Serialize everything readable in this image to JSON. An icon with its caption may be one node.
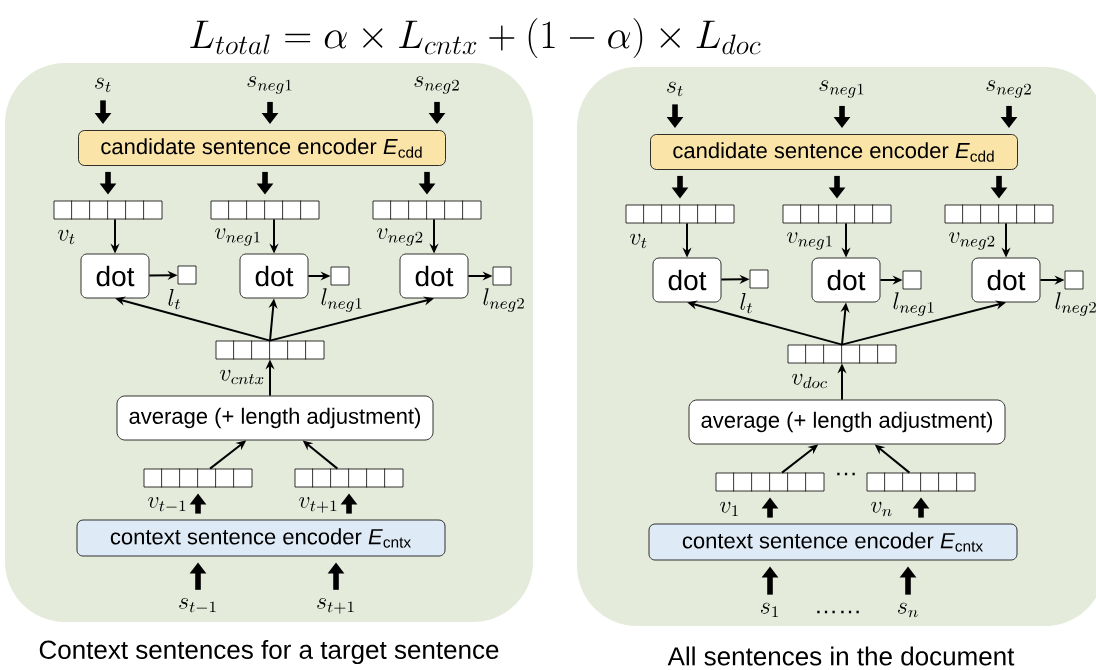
{
  "diagram": {
    "title": "L_{total} = \\alpha \\times L_{cntx} + (1-\\alpha) \\times L_{doc}",
    "nodes": [
      {
        "text": [
          "Context sentences for a target sentence"
        ]
      },
      {
        "text": [
          "s_{t}"
        ],
        "in": 0
      },
      {
        "text": [
          "s_{neg1}"
        ],
        "in": 0
      },
      {
        "text": [
          "s_{neg2}"
        ],
        "in": 0
      },
      {
        "text": [
          "candidate sentence encoder *E*$_{cdd}$"
        ],
        "in": 0
      },
      {
        "text": [],
        "shape": "bar",
        "beside": [
          "v_{t}"
        ],
        "in": 0
      },
      {
        "text": [],
        "shape": "bar",
        "beside": [
          "v_{neg1}"
        ],
        "in": 0
      },
      {
        "text": [],
        "shape": "bar",
        "beside": [
          "v_{neg2}"
        ],
        "in": 0
      },
      {
        "text": [
          "dot"
        ],
        "in": 0
      },
      {
        "text": [
          "dot"
        ],
        "in": 0
      },
      {
        "text": [
          "dot"
        ],
        "in": 0
      },
      {
        "text": [],
        "shape": "box",
        "beside": [
          "l_{t}"
        ],
        "in": 0
      },
      {
        "text": [],
        "shape": "box",
        "beside": [
          "l_{neg1}"
        ],
        "in": 0
      },
      {
        "text": [],
        "shape": "box",
        "beside": [
          "l_{neg2}"
        ],
        "in": 0
      },
      {
        "text": [],
        "shape": "bar",
        "beside": [
          "v_{cntx}"
        ],
        "in": 0
      },
      {
        "text": [
          "average (+ length adjustment)"
        ],
        "in": 0
      },
      {
        "text": [],
        "shape": "bar",
        "beside": [
          "v_{t-1}"
        ],
        "in": 0
      },
      {
        "text": [],
        "shape": "bar",
        "beside": [
          "v_{t+1}"
        ],
        "in": 0
      },
      {
        "text": [
          "context sentence encoder *E*$_{cntx}$"
        ],
        "in": 0
      },
      {
        "text": [
          "s_{t-1}"
        ],
        "in": 0
      },
      {
        "text": [
          "s_{t+1}"
        ],
        "in": 0
      },
      {
        "text": [
          "All sentences in the document"
        ]
      },
      {
        "text": [
          "s_{t}"
        ],
        "in": 21
      },
      {
        "text": [
          "s_{neg1}"
        ],
        "in": 21
      },
      {
        "text": [
          "s_{neg2}"
        ],
        "in": 21
      },
      {
        "text": [
          "candidate sentence encoder *E*$_{cdd}$"
        ],
        "in": 21
      },
      {
        "text": [],
        "shape": "bar",
        "beside": [
          "v_{t}"
        ],
        "in": 21
      },
      {
        "text": [],
        "shape": "bar",
        "beside": [
          "v_{neg1}"
        ],
        "in": 21
      },
      {
        "text": [],
        "shape": "bar",
        "beside": [
          "v_{neg2}"
        ],
        "in": 21
      },
      {
        "text": [
          "dot"
        ],
        "in": 21
      },
      {
        "text": [
          "dot"
        ],
        "in": 21
      },
      {
        "text": [
          "dot"
        ],
        "in": 21
      },
      {
        "text": [],
        "shape": "box",
        "beside": [
          "l_{t}"
        ],
        "in": 21
      },
      {
        "text": [],
        "shape": "box",
        "beside": [
          "l_{neg1}"
        ],
        "in": 21
      },
      {
        "text": [],
        "shape": "box",
        "beside": [
          "l_{neg2}"
        ],
        "in": 21
      },
      {
        "text": [],
        "shape": "bar",
        "beside": [
          "v_{doc}"
        ],
        "in": 21
      },
      {
        "text": [
          "average (+ length adjustment)"
        ],
        "in": 21
      },
      {
        "text": [],
        "shape": "bar",
        "beside": [
          "v_{1}"
        ],
        "in": 21
      },
      {
        "text": [],
        "shape": "bar",
        "beside": [
          "v_{n}"
        ],
        "in": 21
      },
      {
        "text": [
          "context sentence encoder *E*$_{cntx}$"
        ],
        "in": 21
      },
      {
        "text": [
          "s_{1}"
        ],
        "in": 21
      },
      {
        "text": [
          "s_{n}"
        ],
        "in": 21
      }
    ],
    "edges": [
      {
        "from": 1,
        "to": 4,
        "arrow": "to",
        "style": "thick"
      },
      {
        "from": 2,
        "to": 4,
        "arrow": "to",
        "style": "thick"
      },
      {
        "from": 3,
        "to": 4,
        "arrow": "to",
        "style": "thick"
      },
      {
        "from": 4,
        "to": 5,
        "arrow": "to",
        "style": "thick"
      },
      {
        "from": 4,
        "to": 6,
        "arrow": "to",
        "style": "thick"
      },
      {
        "from": 4,
        "to": 7,
        "arrow": "to",
        "style": "thick"
      },
      {
        "from": 5,
        "to": 8,
        "arrow": "to"
      },
      {
        "from": 6,
        "to": 9,
        "arrow": "to"
      },
      {
        "from": 7,
        "to": 10,
        "arrow": "to"
      },
      {
        "from": 8,
        "to": 11,
        "arrow": "to"
      },
      {
        "from": 9,
        "to": 12,
        "arrow": "to"
      },
      {
        "from": 10,
        "to": 13,
        "arrow": "to"
      },
      {
        "from": 14,
        "to": 8,
        "arrow": "to"
      },
      {
        "from": 14,
        "to": 9,
        "arrow": "to"
      },
      {
        "from": 14,
        "to": 10,
        "arrow": "to"
      },
      {
        "from": 15,
        "to": 14,
        "arrow": "to"
      },
      {
        "from": 16,
        "to": 15,
        "arrow": "to"
      },
      {
        "from": 17,
        "to": 15,
        "arrow": "to"
      },
      {
        "from": 18,
        "to": 16,
        "arrow": "to",
        "style": "thick"
      },
      {
        "from": 18,
        "to": 17,
        "arrow": "to",
        "style": "thick"
      },
      {
        "from": 19,
        "to": 18,
        "arrow": "to",
        "style": "thick"
      },
      {
        "from": 20,
        "to": 18,
        "arrow": "to",
        "style": "thick"
      },
      {
        "from": 22,
        "to": 25,
        "arrow": "to",
        "style": "thick"
      },
      {
        "from": 23,
        "to": 25,
        "arrow": "to",
        "style": "thick"
      },
      {
        "from": 24,
        "to": 25,
        "arrow": "to",
        "style": "thick"
      },
      {
        "from": 25,
        "to": 26,
        "arrow": "to",
        "style": "thick"
      },
      {
        "from": 25,
        "to": 27,
        "arrow": "to",
        "style": "thick"
      },
      {
        "from": 25,
        "to": 28,
        "arrow": "to",
        "style": "thick"
      },
      {
        "from": 26,
        "to": 29,
        "arrow": "to"
      },
      {
        "from": 27,
        "to": 30,
        "arrow": "to"
      },
      {
        "from": 28,
        "to": 31,
        "arrow": "to"
      },
      {
        "from": 29,
        "to": 32,
        "arrow": "to"
      },
      {
        "from": 30,
        "to": 33,
        "arrow": "to"
      },
      {
        "from": 31,
        "to": 34,
        "arrow": "to"
      },
      {
        "from": 35,
        "to": 29,
        "arrow": "to"
      },
      {
        "from": 35,
        "to": 30,
        "arrow": "to"
      },
      {
        "from": 35,
        "to": 31,
        "arrow": "to"
      },
      {
        "from": 36,
        "to": 35,
        "arrow": "to"
      },
      {
        "from": 37,
        "to": 36,
        "arrow": "to"
      },
      {
        "from": 38,
        "to": 36,
        "arrow": "to"
      },
      {
        "from": 39,
        "to": 37,
        "arrow": "to",
        "style": "thick"
      },
      {
        "from": 39,
        "to": 38,
        "arrow": "to",
        "style": "thick"
      },
      {
        "from": 40,
        "to": 39,
        "arrow": "to",
        "style": "thick"
      },
      {
        "from": 41,
        "to": 39,
        "arrow": "to",
        "style": "thick"
      }
    ],
    "labels": [
      "…",
      "……"
    ]
  }
}
